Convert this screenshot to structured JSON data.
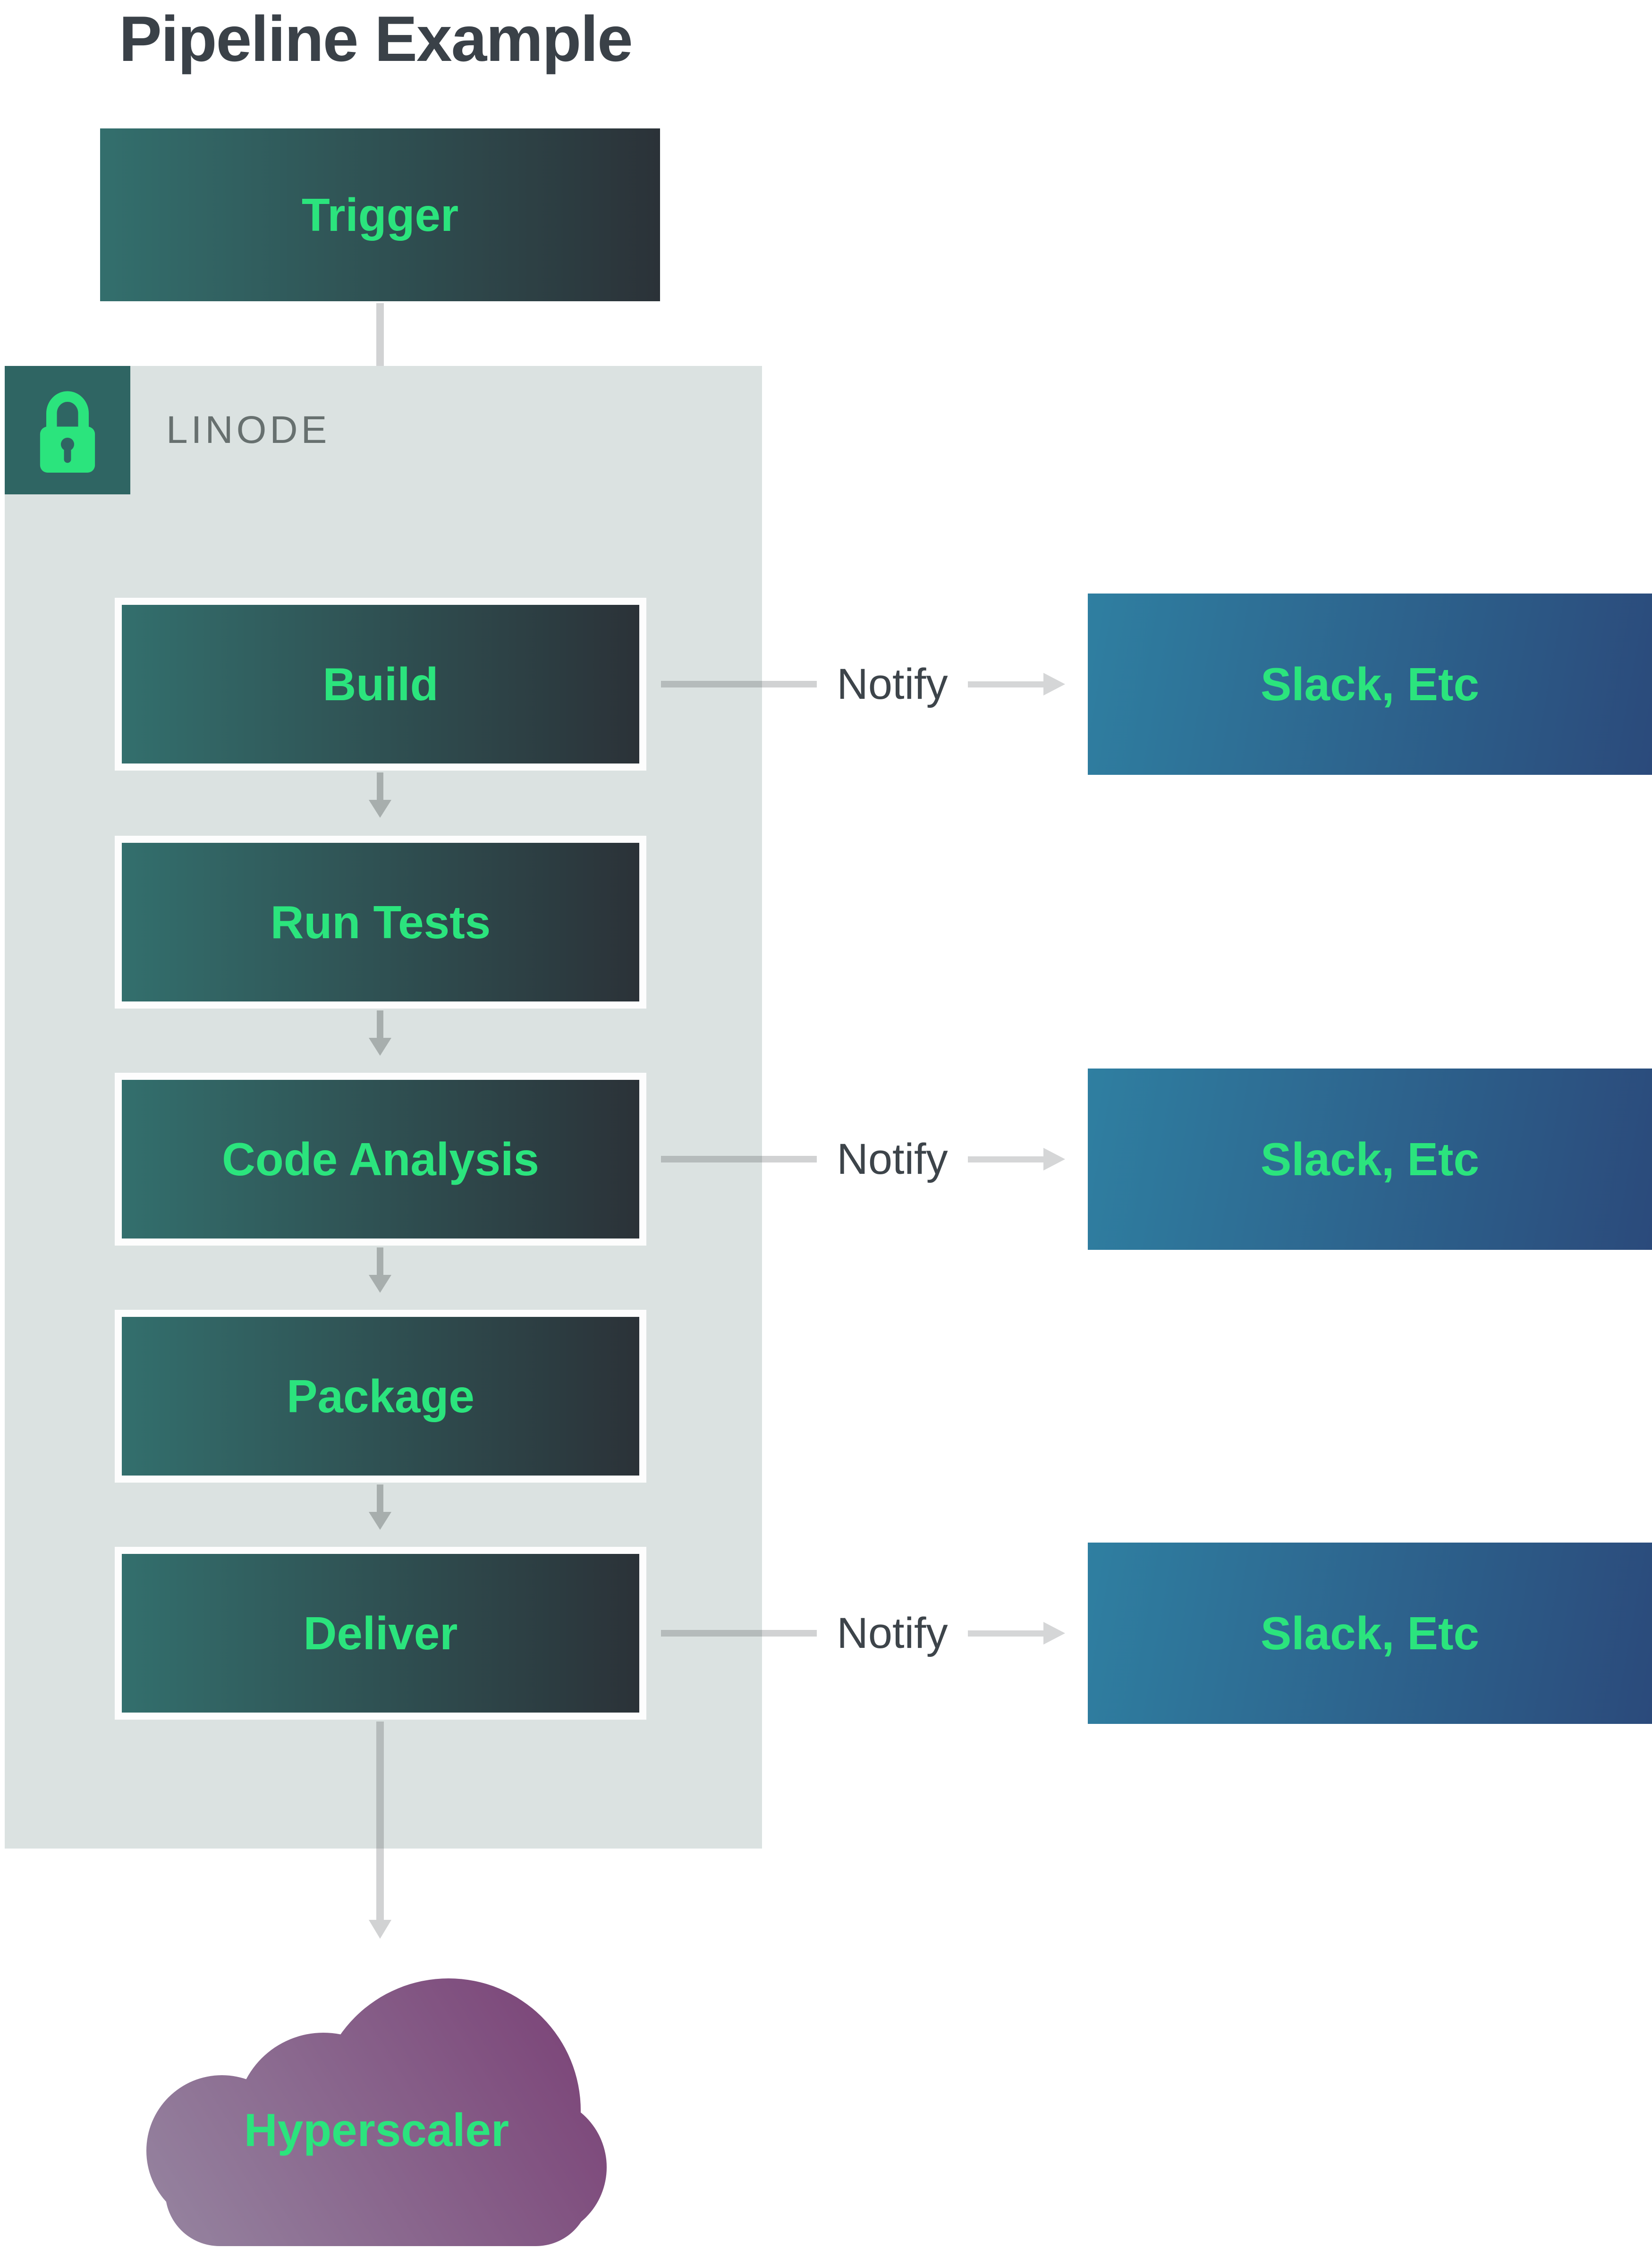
{
  "page": {
    "title": "Pipeline Example"
  },
  "colors": {
    "accent_green": "#2be47d",
    "title_text": "#3a4148",
    "linode_text": "#67706f",
    "container_bg": "#dbe2e1",
    "lock_bg": "#2f6563",
    "stage_gradient_start": "#336f6d",
    "stage_gradient_end": "#2b3238",
    "notify_gradient_start": "#2f7fa1",
    "notify_gradient_end": "#2b4a7b",
    "cloud_gradient_start": "#95839f",
    "cloud_gradient_end": "#7a4176",
    "connector_gray": "#c6cbcb"
  },
  "flow": {
    "trigger": {
      "label": "Trigger"
    },
    "platform": {
      "label": "LINODE",
      "icon": "lock-icon"
    },
    "stages": [
      {
        "label": "Build",
        "notifies": true
      },
      {
        "label": "Run Tests",
        "notifies": false
      },
      {
        "label": "Code Analysis",
        "notifies": true
      },
      {
        "label": "Package",
        "notifies": false
      },
      {
        "label": "Deliver",
        "notifies": true
      }
    ],
    "notify_label": "Notify",
    "notify_target": "Slack, Etc",
    "destination": {
      "label": "Hyperscaler",
      "icon": "cloud-icon"
    }
  }
}
